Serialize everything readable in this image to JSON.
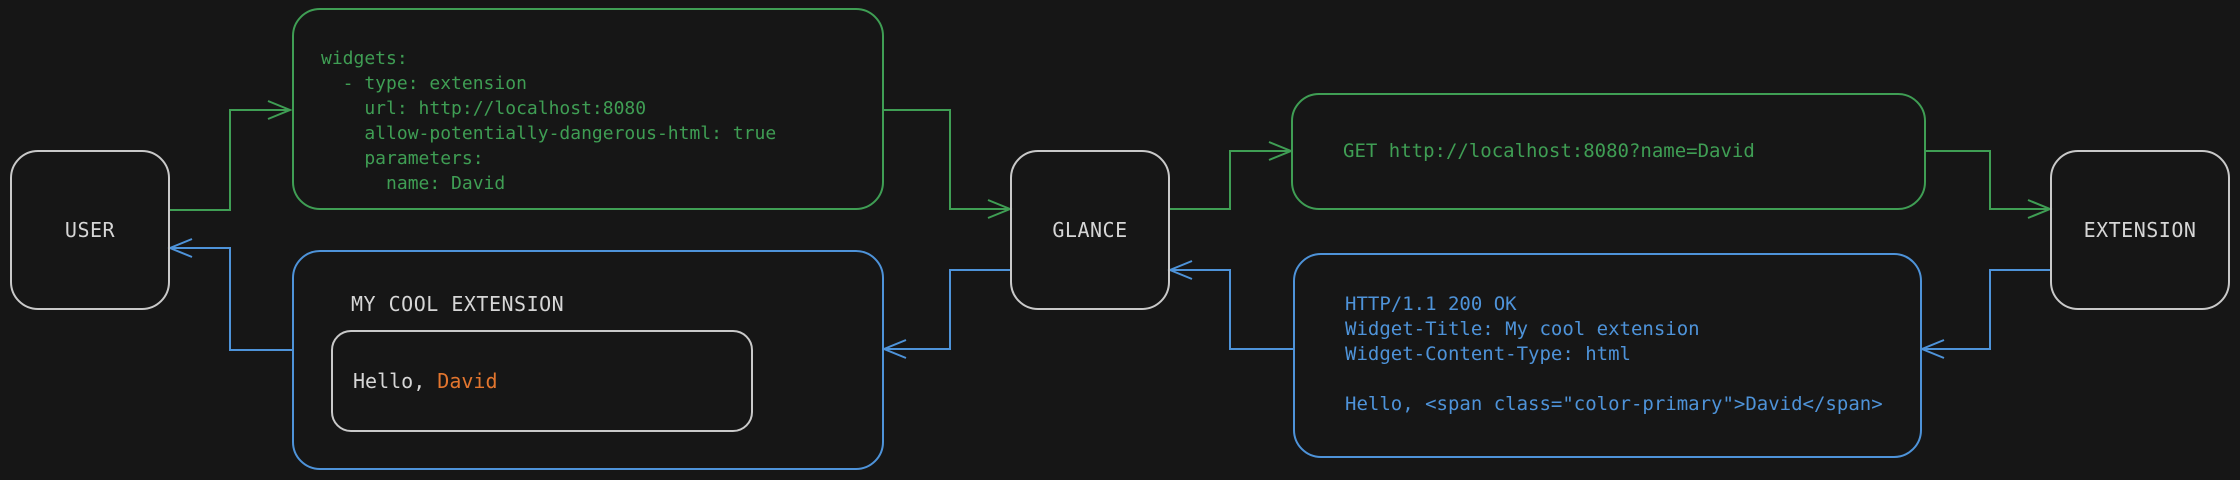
{
  "colors": {
    "bg": "#161616",
    "green": "#3f9e54",
    "blue": "#4e93d9",
    "gray": "#c9c9c9",
    "text-gray": "#d6d6d6",
    "orange": "#e2752e"
  },
  "nodes": {
    "user": "USER",
    "glance": "GLANCE",
    "extension": "EXTENSION"
  },
  "config_box": {
    "lines": [
      "widgets:",
      "  - type: extension",
      "    url: http://localhost:8080",
      "    allow-potentially-dangerous-html: true",
      "    parameters:",
      "      name: David"
    ]
  },
  "request_box": {
    "text": "GET http://localhost:8080?name=David"
  },
  "response_box": {
    "lines": [
      "HTTP/1.1 200 OK",
      "Widget-Title: My cool extension",
      "Widget-Content-Type: html",
      "",
      "Hello, <span class=\"color-primary\">David</span>"
    ]
  },
  "widget_box": {
    "title": "MY COOL EXTENSION",
    "greeting_prefix": "Hello, ",
    "greeting_name": "David"
  }
}
